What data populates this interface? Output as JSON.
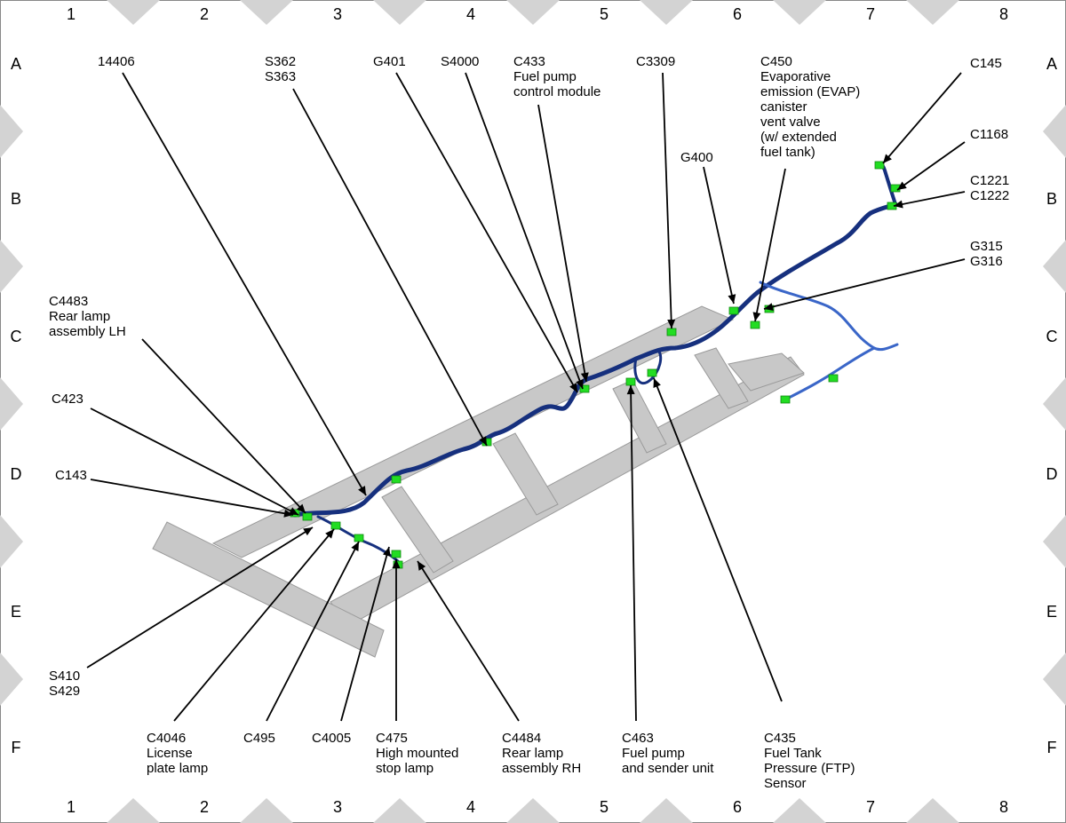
{
  "grid": {
    "columns": [
      "1",
      "2",
      "3",
      "4",
      "5",
      "6",
      "7",
      "8"
    ],
    "rows": [
      "A",
      "B",
      "C",
      "D",
      "E",
      "F"
    ]
  },
  "colors": {
    "frame": "#c8c8c8",
    "frame_edge": "#9a9a9a",
    "harness_dark": "#16307e",
    "harness_light": "#3a66c8",
    "connector": "#22dd22",
    "marker": "#d3d3d3"
  },
  "callouts": [
    {
      "id": "14406",
      "lines": [
        "14406"
      ]
    },
    {
      "id": "s362",
      "lines": [
        "S362",
        "S363"
      ]
    },
    {
      "id": "g401",
      "lines": [
        "G401"
      ]
    },
    {
      "id": "s4000",
      "lines": [
        "S4000"
      ]
    },
    {
      "id": "c433",
      "lines": [
        "C433",
        "Fuel pump",
        "control module"
      ]
    },
    {
      "id": "c3309",
      "lines": [
        "C3309"
      ]
    },
    {
      "id": "c450",
      "lines": [
        "C450",
        "Evaporative",
        "emission (EVAP)",
        "canister",
        "vent valve",
        "(w/ extended",
        "fuel tank)"
      ]
    },
    {
      "id": "c145",
      "lines": [
        "C145"
      ]
    },
    {
      "id": "c1168",
      "lines": [
        "C1168"
      ]
    },
    {
      "id": "c1221",
      "lines": [
        "C1221",
        "C1222"
      ]
    },
    {
      "id": "g400",
      "lines": [
        "G400"
      ]
    },
    {
      "id": "g315",
      "lines": [
        "G315",
        "G316"
      ]
    },
    {
      "id": "c4483",
      "lines": [
        "C4483",
        "Rear lamp",
        "assembly LH"
      ]
    },
    {
      "id": "c423",
      "lines": [
        "C423"
      ]
    },
    {
      "id": "c143",
      "lines": [
        "C143"
      ]
    },
    {
      "id": "s410",
      "lines": [
        "S410",
        "S429"
      ]
    },
    {
      "id": "c4046",
      "lines": [
        "C4046",
        "License",
        "plate lamp"
      ]
    },
    {
      "id": "c495",
      "lines": [
        "C495"
      ]
    },
    {
      "id": "c4005",
      "lines": [
        "C4005"
      ]
    },
    {
      "id": "c475",
      "lines": [
        "C475",
        "High mounted",
        "stop lamp"
      ]
    },
    {
      "id": "c4484",
      "lines": [
        "C4484",
        "Rear lamp",
        "assembly RH"
      ]
    },
    {
      "id": "c463",
      "lines": [
        "C463",
        "Fuel pump",
        "and sender unit"
      ]
    },
    {
      "id": "c435",
      "lines": [
        "C435",
        "Fuel Tank",
        "Pressure (FTP)",
        "Sensor"
      ]
    }
  ]
}
